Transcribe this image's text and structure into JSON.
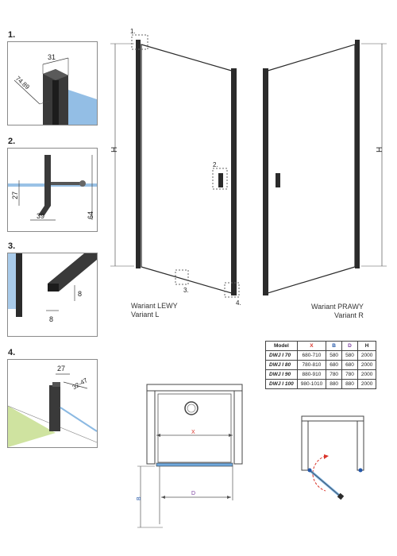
{
  "details": [
    {
      "number": "1.",
      "dims": [
        "31",
        "74.89"
      ]
    },
    {
      "number": "2.",
      "dims": [
        "27",
        "39",
        "64"
      ]
    },
    {
      "number": "3.",
      "dims": [
        "8",
        "8"
      ]
    },
    {
      "number": "4.",
      "dims": [
        "27",
        "32-47"
      ]
    }
  ],
  "callouts": {
    "c1": "1.",
    "c2": "2.",
    "c3": "3.",
    "c4": "4."
  },
  "height_label": "H",
  "variant_left": {
    "line1": "Wariant LEWY",
    "line2": "Variant L"
  },
  "variant_right": {
    "line1": "Wariant PRAWY",
    "line2": "Variant R"
  },
  "table": {
    "headers": [
      "Model",
      "X",
      "B",
      "D",
      "H"
    ],
    "rows": [
      [
        "DWJ I 70",
        "680-710",
        "580",
        "580",
        "2000"
      ],
      [
        "DWJ I 80",
        "780-810",
        "680",
        "680",
        "2000"
      ],
      [
        "DWJ I 90",
        "880-910",
        "780",
        "780",
        "2000"
      ],
      [
        "DWJ I 100",
        "980-1010",
        "880",
        "880",
        "2000"
      ]
    ]
  },
  "plan_labels": {
    "x": "X",
    "d": "D",
    "b": "B"
  },
  "colors": {
    "x": "#d9342b",
    "b": "#2457a8",
    "d": "#7b3fa0",
    "glass": "#6fa8dc",
    "profile": "#2b2b2b",
    "floor": "#cfe3a0",
    "swing": "#d9342b"
  }
}
